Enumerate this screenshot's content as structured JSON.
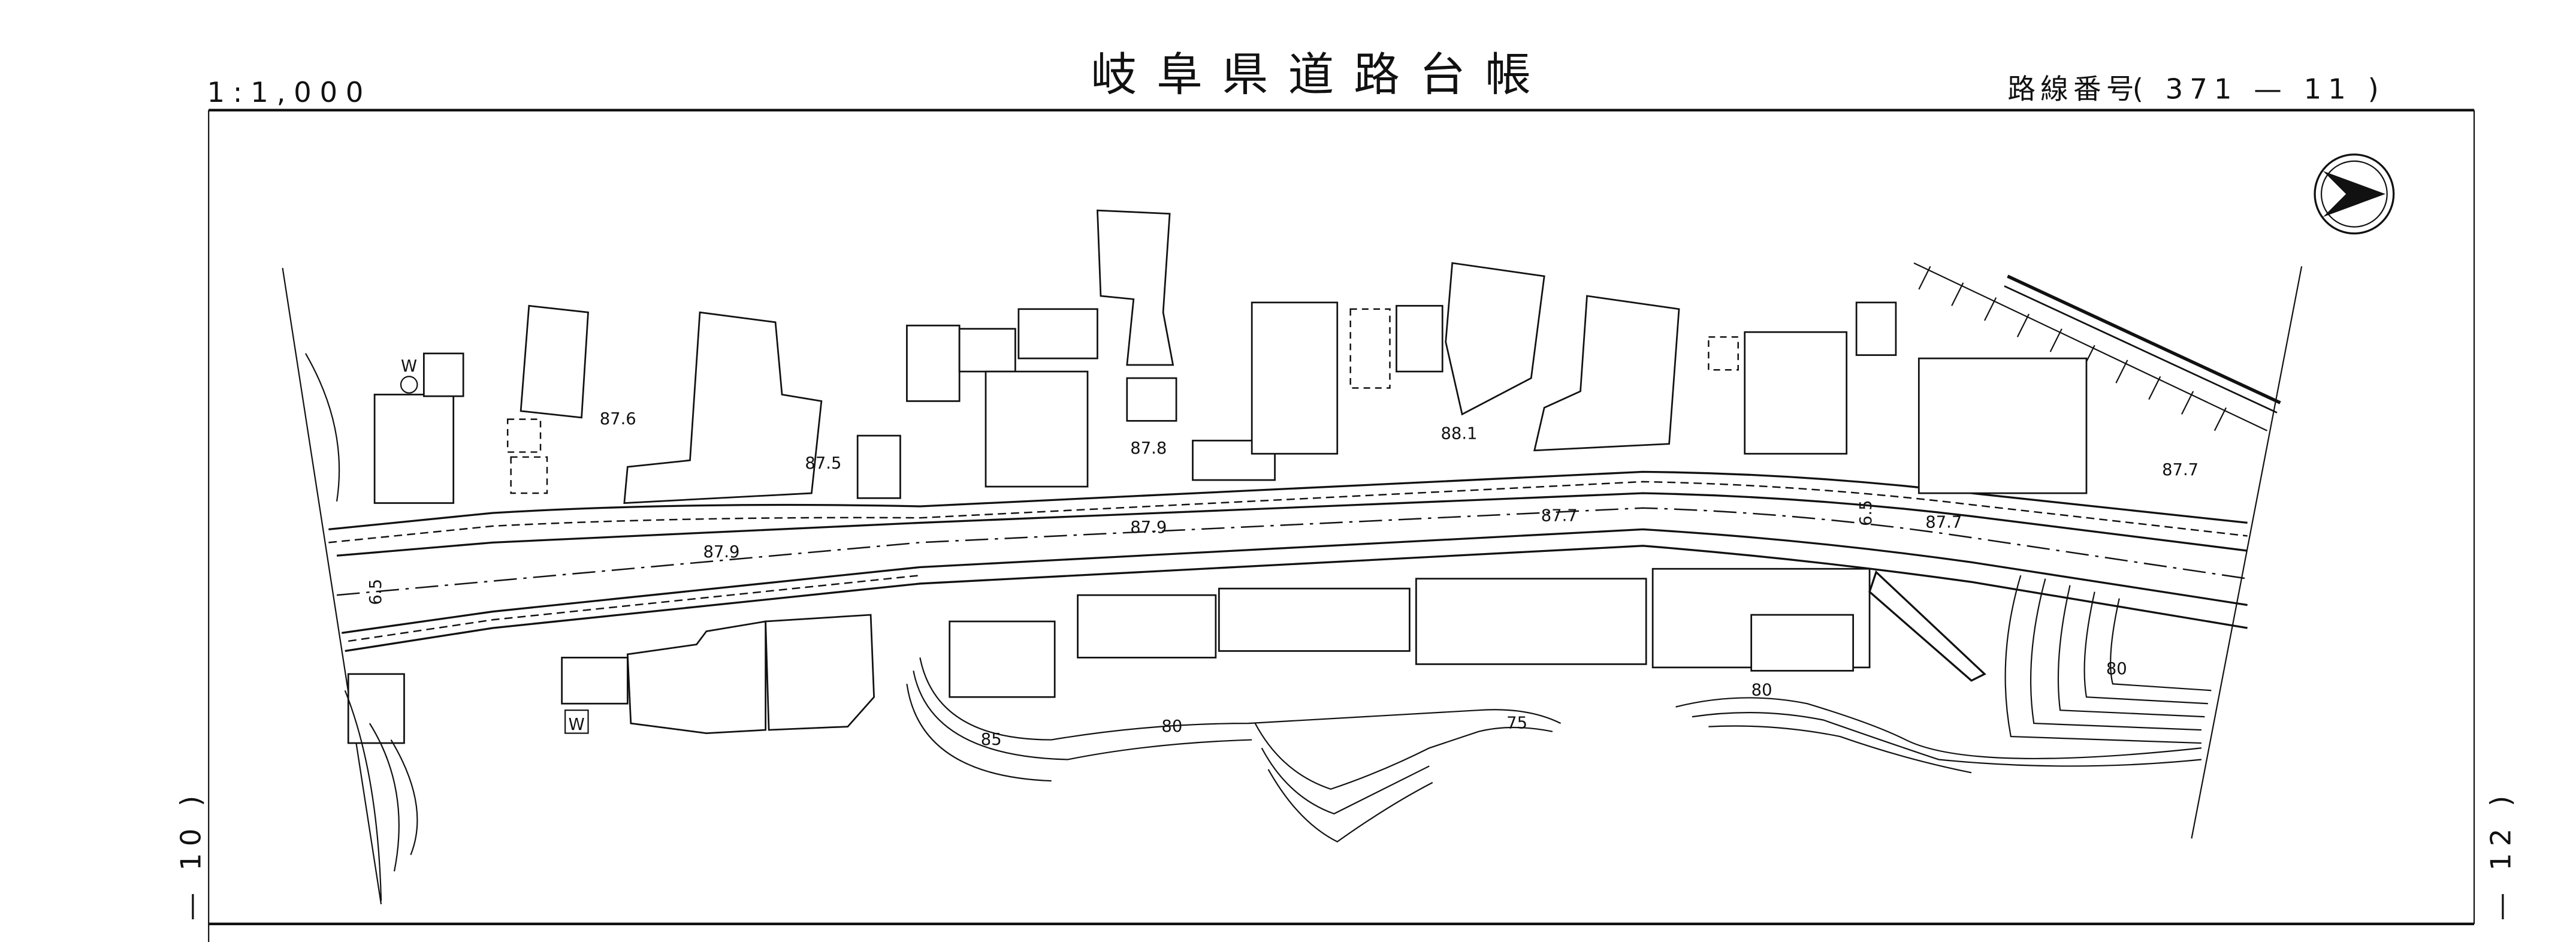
{
  "header": {
    "title": "岐阜県道路台帳",
    "scale": "1:1,000",
    "route_number_label": "路線番号",
    "route_number": "( 371 — 11 )"
  },
  "sheet_links": {
    "left": "— 10 )",
    "right": "— 12 )"
  },
  "north_arrow": "north-arrow-icon",
  "spot_heights": [
    "87.6",
    "87.5",
    "87.8",
    "88.1",
    "87.7",
    "87.9",
    "87.9",
    "87.7",
    "87.7"
  ],
  "road_widths": [
    "6.5",
    "6.5"
  ],
  "contour_labels": [
    "85",
    "80",
    "75",
    "80",
    "80"
  ],
  "map_symbols": {
    "well": "W",
    "water_tank": "W"
  }
}
